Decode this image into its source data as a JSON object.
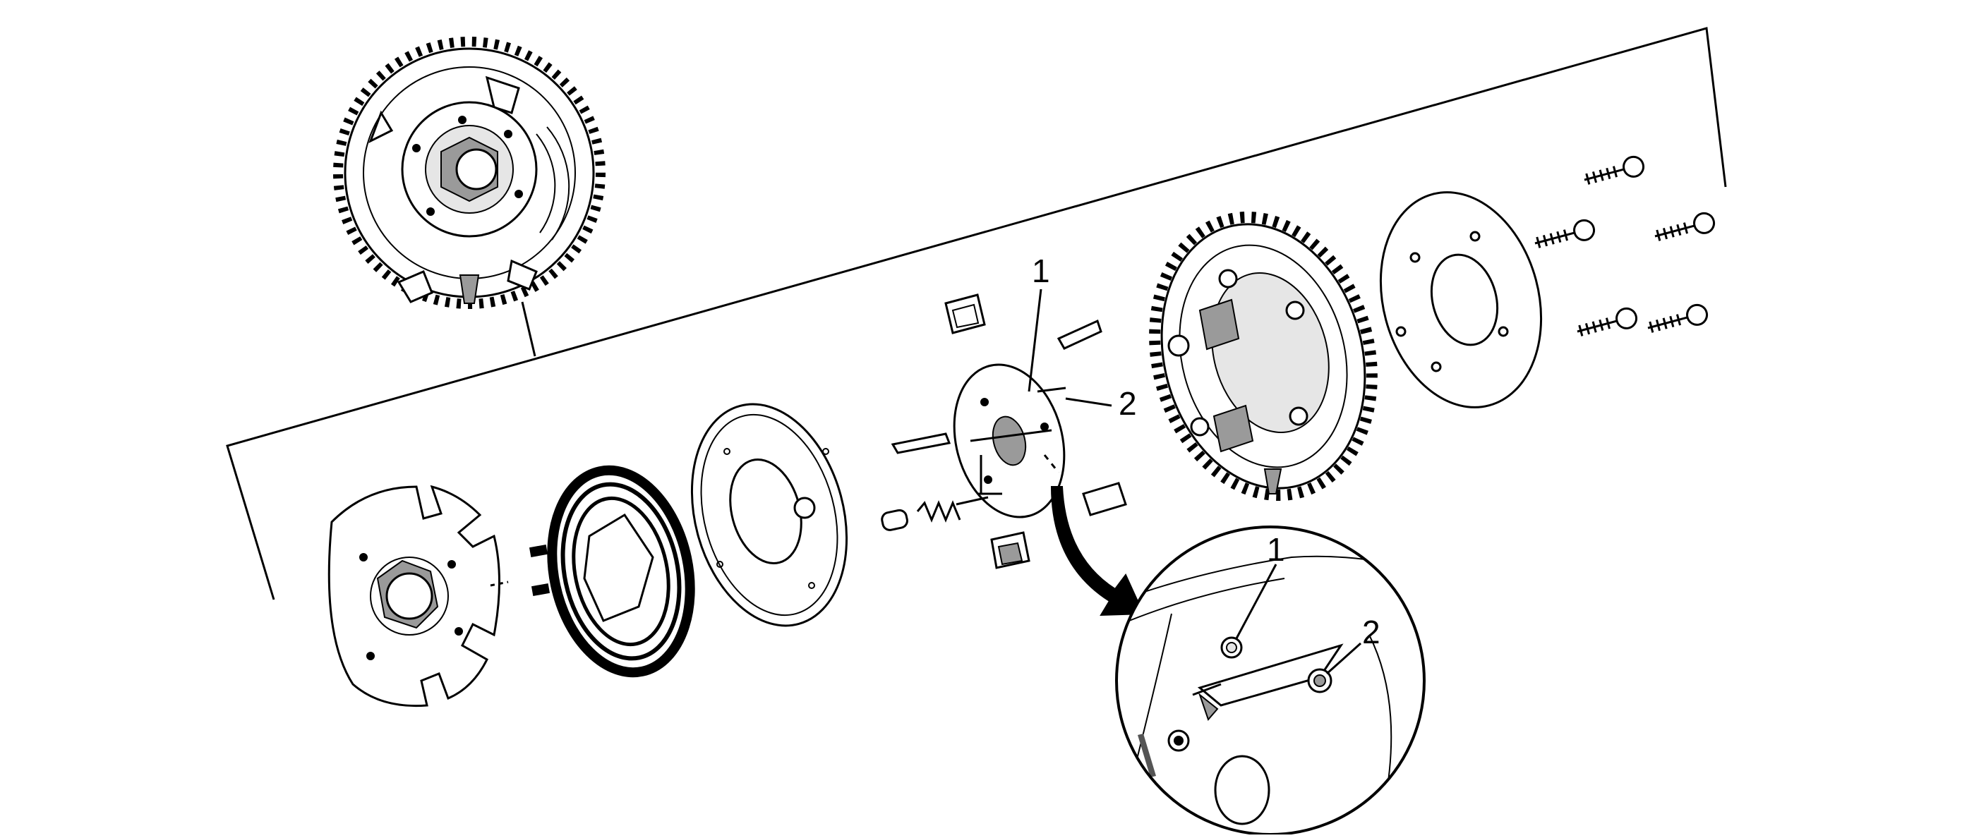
{
  "callouts": {
    "main_1": "1",
    "main_2": "2",
    "detail_1": "1",
    "detail_2": "2"
  },
  "icons": [
    "sprocket",
    "bolt",
    "spring",
    "vane",
    "plate",
    "arrow",
    "detail-circle"
  ]
}
